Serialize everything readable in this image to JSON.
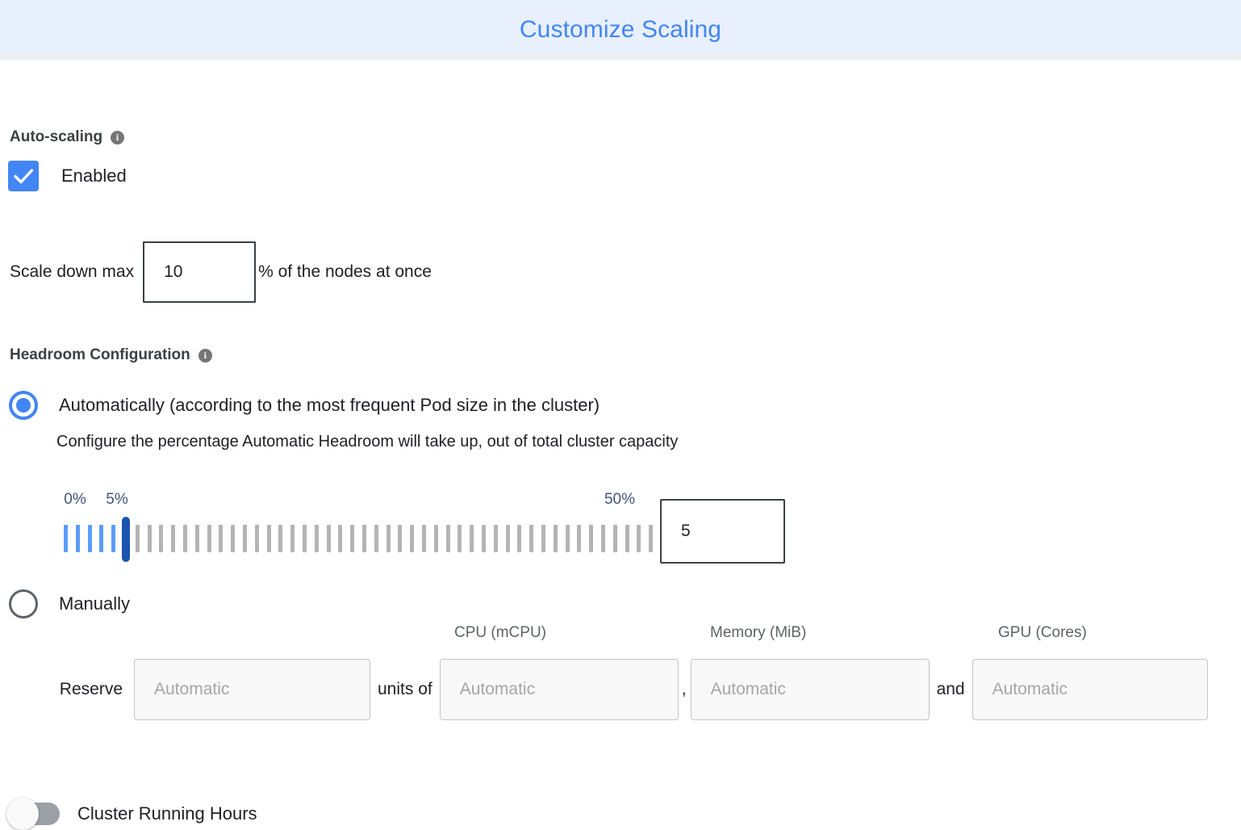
{
  "header": {
    "title": "Customize Scaling",
    "background": "#e8f0fe",
    "title_color": "#4285f4"
  },
  "autoscaling": {
    "section_label": "Auto-scaling",
    "info_glyph": "i",
    "enabled_label": "Enabled",
    "enabled_checked": true,
    "accent_color": "#4285f4",
    "scale_down": {
      "prefix_label": "Scale down max",
      "value": "10",
      "suffix_label": "% of the nodes at once"
    }
  },
  "headroom": {
    "section_label": "Headroom Configuration",
    "info_glyph": "i",
    "option_automatic": {
      "label": "Automatically (according to the most frequent Pod size in the cluster)",
      "selected": true,
      "description": "Configure the percentage Automatic Headroom will take up, out of total cluster capacity"
    },
    "slider": {
      "min_label": "0%",
      "current_label": "5%",
      "max_label": "50%",
      "min": 0,
      "max": 50,
      "value": 5,
      "tick_count": 50,
      "value_input": "5",
      "on_color": "#5b9cf8",
      "off_color": "#b4b4b4",
      "thumb_color": "#1a53b0",
      "label_color": "#41557a"
    },
    "option_manual": {
      "label": "Manually",
      "selected": false,
      "reserve_label": "Reserve",
      "units_of_label": "units of",
      "comma_label": ",",
      "and_label": "and",
      "columns": [
        {
          "header": "",
          "placeholder": "Automatic"
        },
        {
          "header": "CPU (mCPU)",
          "placeholder": "Automatic"
        },
        {
          "header": "Memory (MiB)",
          "placeholder": "Automatic"
        },
        {
          "header": "GPU (Cores)",
          "placeholder": "Automatic"
        }
      ]
    }
  },
  "cluster_running_hours": {
    "label": "Cluster Running Hours",
    "enabled": false
  }
}
